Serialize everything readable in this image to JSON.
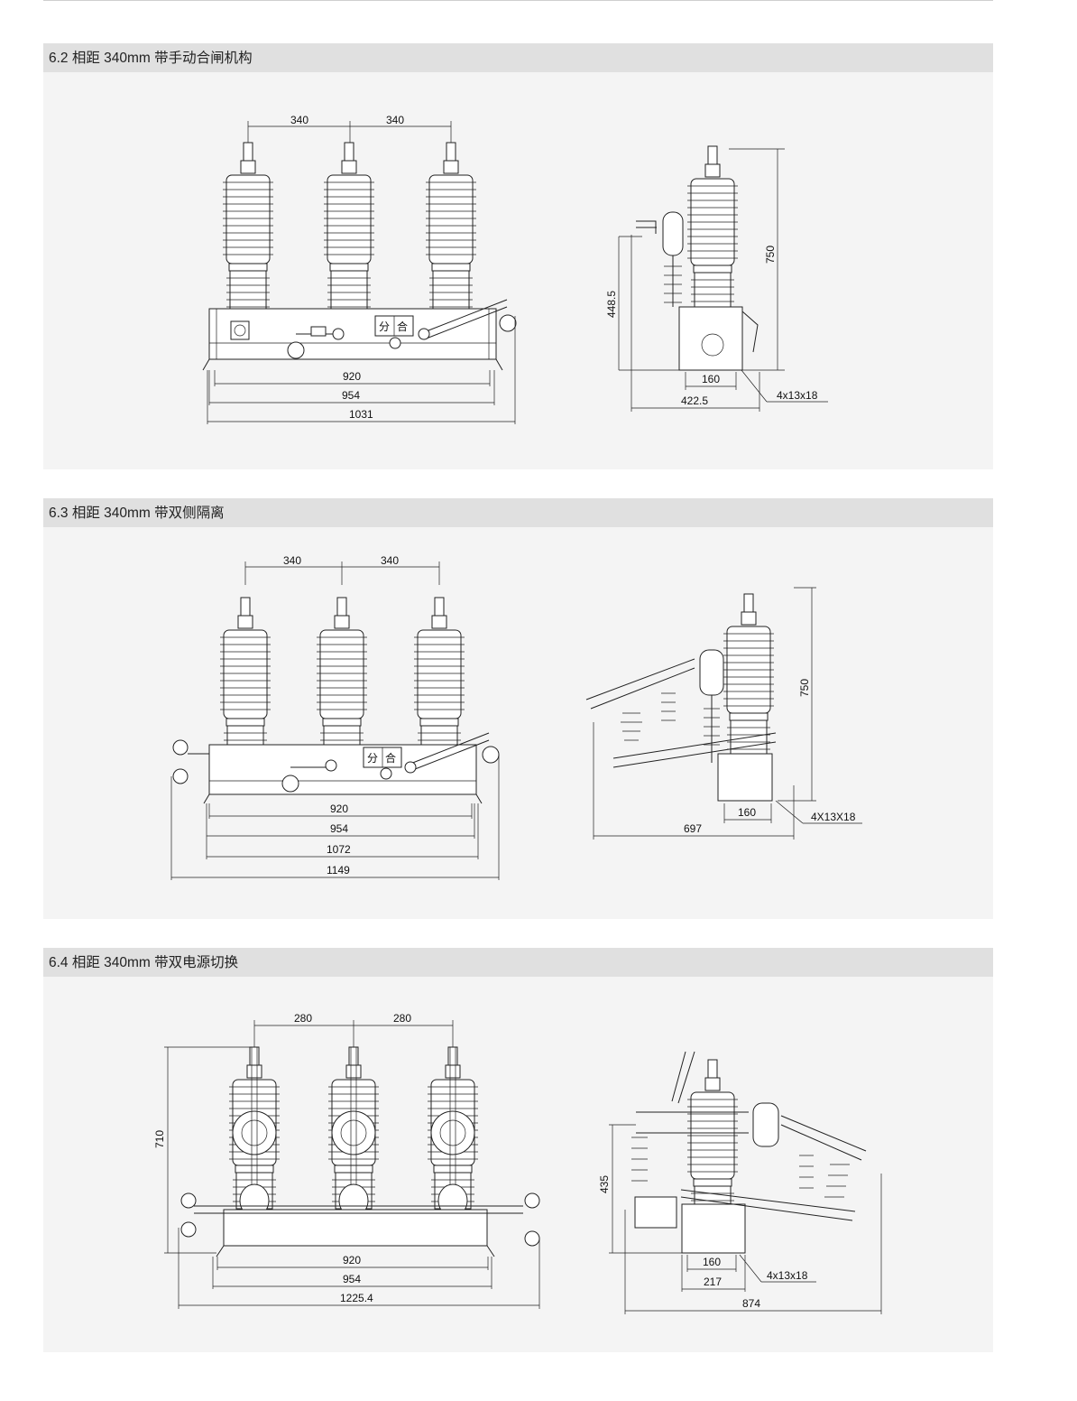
{
  "sections": [
    {
      "title": "6.2 相距 340mm 带手动合闸机构",
      "front_dims": {
        "pitch1": "340",
        "pitch2": "340",
        "w1": "920",
        "w2": "954",
        "w3": "1031"
      },
      "side_dims": {
        "height": "750",
        "hinge": "448.5",
        "base": "160",
        "depth": "422.5",
        "hole": "4x13x18"
      },
      "panel_label": "分|合"
    },
    {
      "title": "6.3 相距 340mm 带双侧隔离",
      "front_dims": {
        "pitch1": "340",
        "pitch2": "340",
        "w1": "920",
        "w2": "954",
        "w3": "1072",
        "w4": "1149"
      },
      "side_dims": {
        "height": "750",
        "base": "160",
        "depth": "697",
        "hole": "4X13X18"
      },
      "panel_label": "分|合"
    },
    {
      "title": "6.4 相距 340mm 带双电源切换",
      "front_dims": {
        "pitch1": "280",
        "pitch2": "280",
        "height": "710",
        "w1": "920",
        "w2": "954",
        "w3": "1225.4"
      },
      "side_dims": {
        "height": "435",
        "base": "160",
        "mid": "217",
        "depth": "874",
        "hole": "4x13x18"
      }
    }
  ]
}
